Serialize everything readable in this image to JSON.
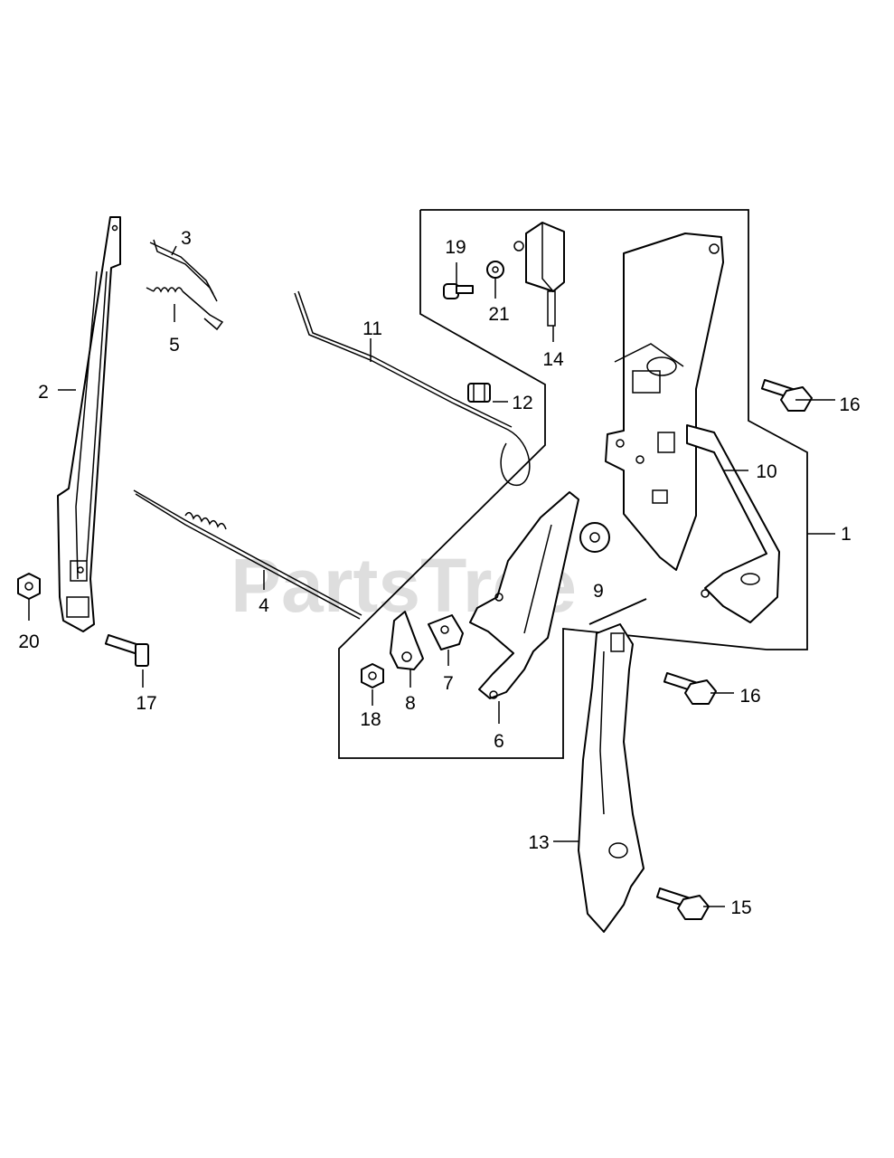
{
  "watermark": {
    "text": "PartsTree"
  },
  "labels": [
    {
      "id": "1",
      "text": "1"
    },
    {
      "id": "2",
      "text": "2"
    },
    {
      "id": "3",
      "text": "3"
    },
    {
      "id": "4",
      "text": "4"
    },
    {
      "id": "5",
      "text": "5"
    },
    {
      "id": "6",
      "text": "6"
    },
    {
      "id": "7",
      "text": "7"
    },
    {
      "id": "8",
      "text": "8"
    },
    {
      "id": "9",
      "text": "9"
    },
    {
      "id": "10",
      "text": "10"
    },
    {
      "id": "11",
      "text": "11"
    },
    {
      "id": "12",
      "text": "12"
    },
    {
      "id": "13",
      "text": "13"
    },
    {
      "id": "14",
      "text": "14"
    },
    {
      "id": "15",
      "text": "15"
    },
    {
      "id": "16a",
      "text": "16"
    },
    {
      "id": "16b",
      "text": "16"
    },
    {
      "id": "17",
      "text": "17"
    },
    {
      "id": "18",
      "text": "18"
    },
    {
      "id": "19",
      "text": "19"
    },
    {
      "id": "20",
      "text": "20"
    },
    {
      "id": "21",
      "text": "21"
    }
  ],
  "colors": {
    "ink": "#000000",
    "background": "#ffffff"
  }
}
